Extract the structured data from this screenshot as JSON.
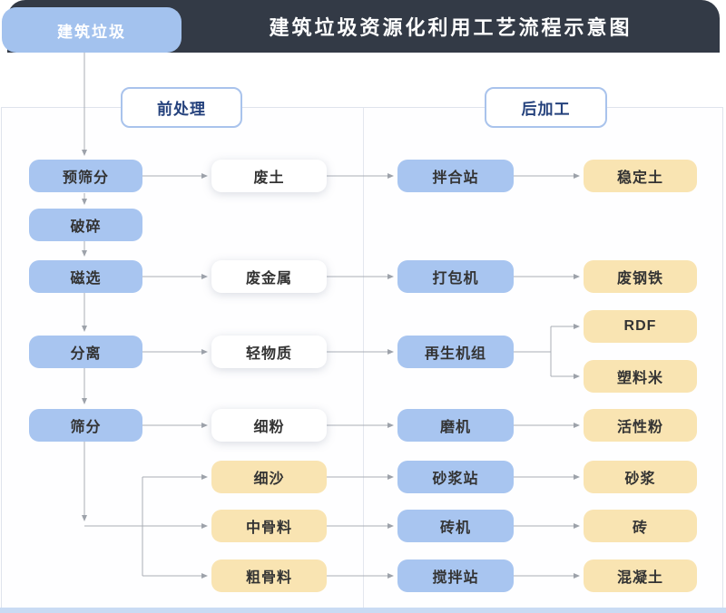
{
  "header": {
    "tab_label": "建筑垃圾",
    "title": "建筑垃圾资源化利用工艺流程示意图"
  },
  "sections": {
    "pre": "前处理",
    "post": "后加工"
  },
  "nodes": {
    "pre_screening": "预筛分",
    "crushing": "破碎",
    "magnetic_separation": "磁选",
    "separation": "分离",
    "screening": "筛分",
    "waste_soil": "废土",
    "waste_metal": "废金属",
    "light_material": "轻物质",
    "fine_powder": "细粉",
    "fine_sand": "细沙",
    "medium_aggregate": "中骨料",
    "coarse_aggregate": "粗骨料",
    "mixing_plant": "拌合站",
    "baler": "打包机",
    "regeneration_unit": "再生机组",
    "mill": "磨机",
    "mortar_plant": "砂浆站",
    "brick_machine": "砖机",
    "concrete_plant": "搅拌站",
    "stabilized_soil": "稳定土",
    "scrap_steel": "废钢铁",
    "rdf": "RDF",
    "plastic_pellets": "塑料米",
    "active_powder": "活性粉",
    "mortar": "砂浆",
    "brick": "砖",
    "concrete": "混凝土"
  },
  "edges": [
    [
      "建筑垃圾",
      "预筛分"
    ],
    [
      "预筛分",
      "破碎"
    ],
    [
      "破碎",
      "磁选"
    ],
    [
      "磁选",
      "分离"
    ],
    [
      "分离",
      "筛分"
    ],
    [
      "预筛分",
      "废土"
    ],
    [
      "废土",
      "拌合站"
    ],
    [
      "拌合站",
      "稳定土"
    ],
    [
      "磁选",
      "废金属"
    ],
    [
      "废金属",
      "打包机"
    ],
    [
      "打包机",
      "废钢铁"
    ],
    [
      "分离",
      "轻物质"
    ],
    [
      "轻物质",
      "再生机组"
    ],
    [
      "再生机组",
      "RDF"
    ],
    [
      "再生机组",
      "塑料米"
    ],
    [
      "筛分",
      "细粉"
    ],
    [
      "细粉",
      "磨机"
    ],
    [
      "磨机",
      "活性粉"
    ],
    [
      "筛分",
      "细沙"
    ],
    [
      "细沙",
      "砂浆站"
    ],
    [
      "砂浆站",
      "砂浆"
    ],
    [
      "筛分",
      "中骨料"
    ],
    [
      "中骨料",
      "砖机"
    ],
    [
      "砖机",
      "砖"
    ],
    [
      "筛分",
      "粗骨料"
    ],
    [
      "粗骨料",
      "搅拌站"
    ],
    [
      "搅拌站",
      "混凝土"
    ]
  ],
  "colors": {
    "header_bg": "#333A46",
    "tab_bg": "#A3C2EE",
    "process_box": "#A8C5F0",
    "product_box": "#F9E4B2",
    "material_box": "#FFFFFF",
    "section_text": "#24417C",
    "section_border": "#A9C3EC",
    "connector": "#A9AEB6",
    "bottom_strip": "#C9DBF4"
  }
}
